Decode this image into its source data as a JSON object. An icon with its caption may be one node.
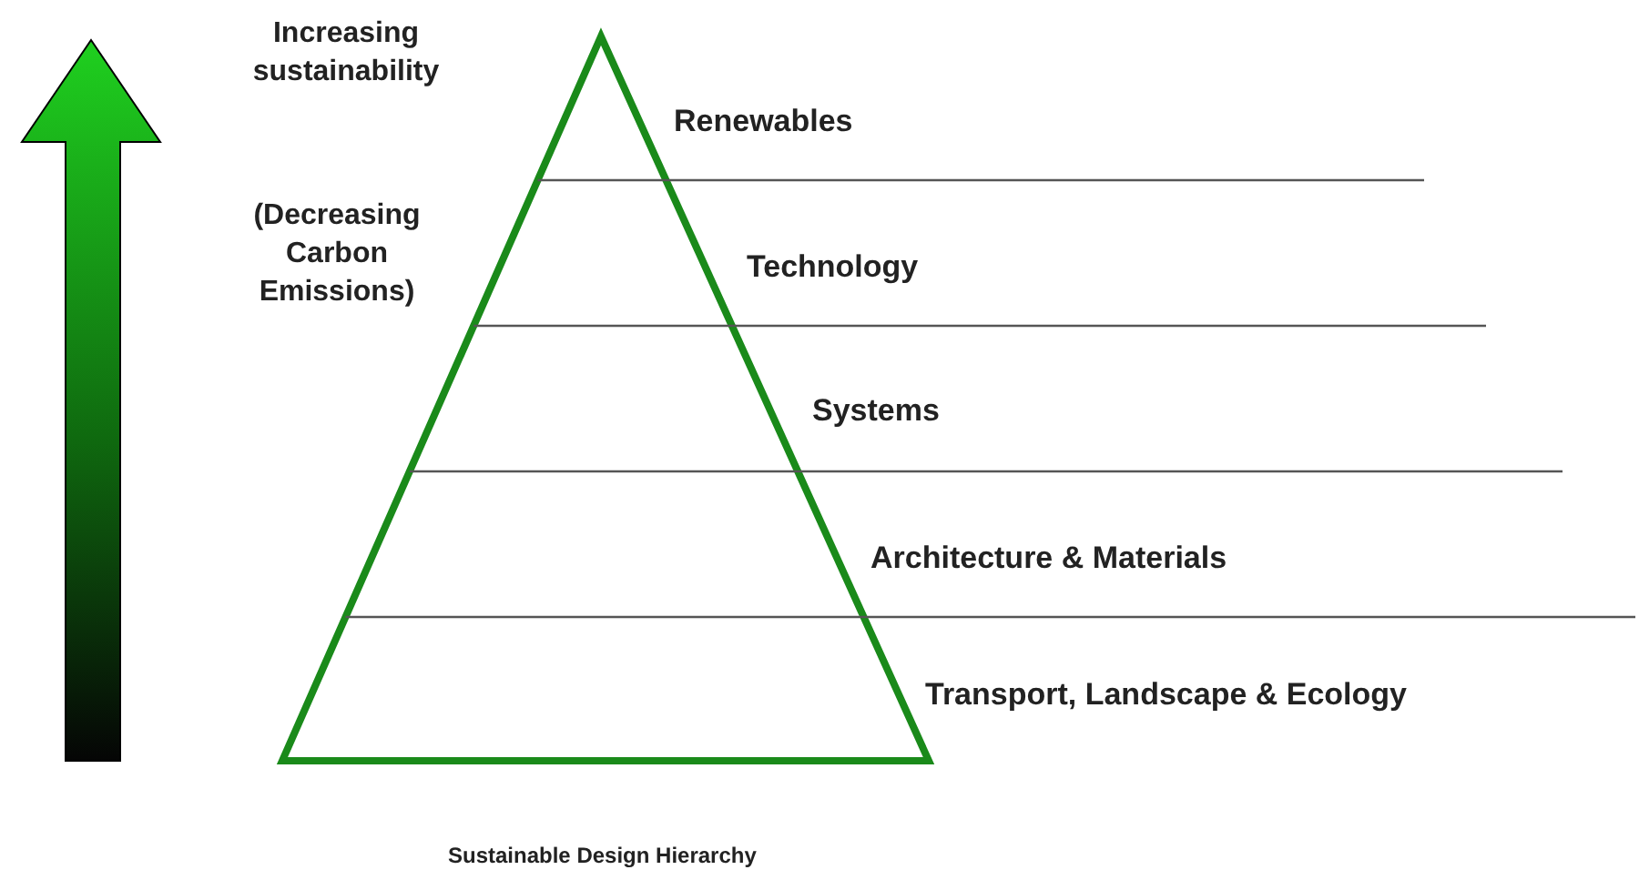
{
  "diagram": {
    "caption": "Sustainable Design Hierarchy",
    "nodes": [
      {
        "text": [
          "Renewables"
        ]
      },
      {
        "text": [
          "Technology"
        ]
      },
      {
        "text": [
          "Systems"
        ]
      },
      {
        "text": [
          "Architecture & Materials"
        ]
      },
      {
        "text": [
          "Transport, Landscape & Ecology"
        ]
      }
    ],
    "labels": [
      "Increasing sustainability",
      "(Decreasing Carbon Emissions)"
    ]
  }
}
